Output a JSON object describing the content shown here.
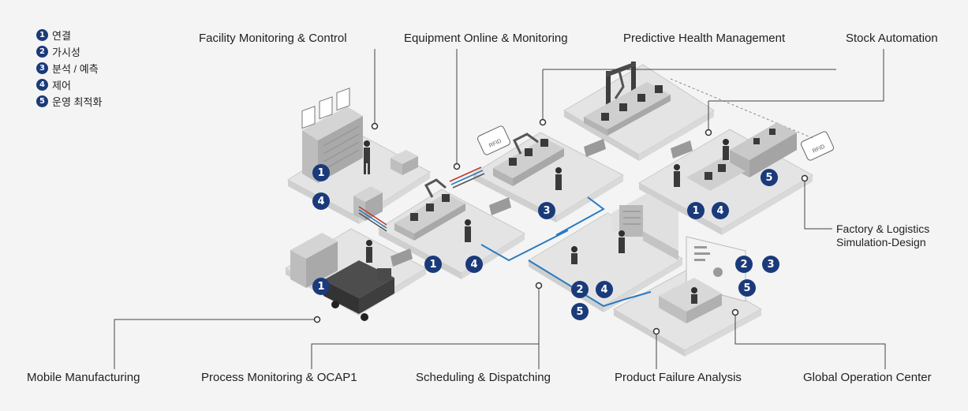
{
  "legend": [
    {
      "num": "1",
      "label": "연결"
    },
    {
      "num": "2",
      "label": "가시성"
    },
    {
      "num": "3",
      "label": "분석 / 예측"
    },
    {
      "num": "4",
      "label": "제어"
    },
    {
      "num": "5",
      "label": "운영 최적화"
    }
  ],
  "labels": {
    "facility": "Facility Monitoring & Control",
    "equipment": "Equipment Online & Monitoring",
    "predictive": "Predictive Health Management",
    "stock": "Stock Automation",
    "factory_line1": "Factory & Logistics",
    "factory_line2": "Simulation-Design",
    "mobile": "Mobile Manufacturing",
    "process": "Process Monitoring & OCAP1",
    "scheduling": "Scheduling & Dispatching",
    "failure": "Product Failure Analysis",
    "global": "Global Operation Center"
  },
  "rfid_text": "RFID",
  "badges": {
    "b1": "1",
    "b2": "4",
    "b3": "1",
    "b4": "4",
    "b5": "3",
    "b6": "1",
    "b7": "4",
    "b8": "5",
    "b9": "2",
    "b10": "4",
    "b11": "5",
    "b12": "2",
    "b13": "3",
    "b14": "5",
    "b15": "1"
  },
  "colors": {
    "badge": "#1a3a7a",
    "platform": "#e3e3e3",
    "platform_edge": "#c7c7c7",
    "connector_blue": "#2a7bc0",
    "connector_red": "#c0392b"
  }
}
